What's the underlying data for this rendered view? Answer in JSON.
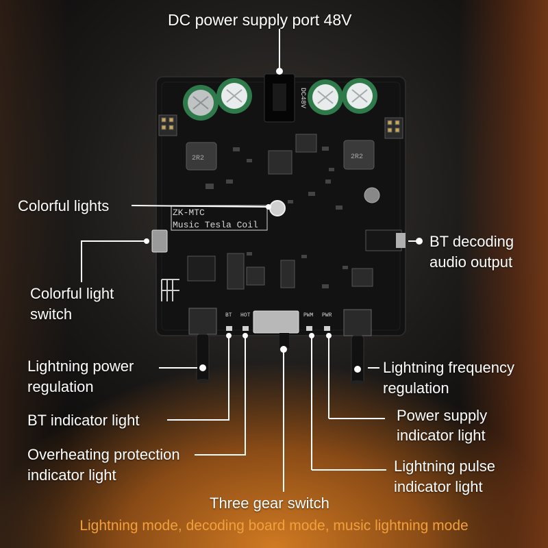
{
  "labels": {
    "dc_port": "DC power supply port 48V",
    "colorful_lights": "Colorful lights",
    "bt_output_1": "BT decoding",
    "bt_output_2": "audio output",
    "light_switch_1": "Colorful light",
    "light_switch_2": "switch",
    "power_reg_1": "Lightning power",
    "power_reg_2": "regulation",
    "freq_reg_1": "Lightning frequency",
    "freq_reg_2": "regulation",
    "bt_indicator": "BT indicator light",
    "power_indicator_1": "Power supply",
    "power_indicator_2": "indicator light",
    "overheat_1": "Overheating protection",
    "overheat_2": "indicator light",
    "pulse_1": "Lightning pulse",
    "pulse_2": "indicator light",
    "gear_switch": "Three gear switch"
  },
  "modes": "Lightning mode, decoding board mode, music lightning mode",
  "board": {
    "model": "ZK-MTC",
    "name": "Music Tesla Coil",
    "dc_marking": "DC48V",
    "inductor_marking": "2R2",
    "led_bt": "BT",
    "led_hot": "HOT",
    "led_pwm": "PWM",
    "led_pwr": "PWR"
  },
  "colors": {
    "board": "#111111",
    "silkscreen": "#d8d8d8",
    "mode_text": "#f2a03c",
    "label_text": "#ffffff",
    "leader_line": "#ffffff"
  }
}
